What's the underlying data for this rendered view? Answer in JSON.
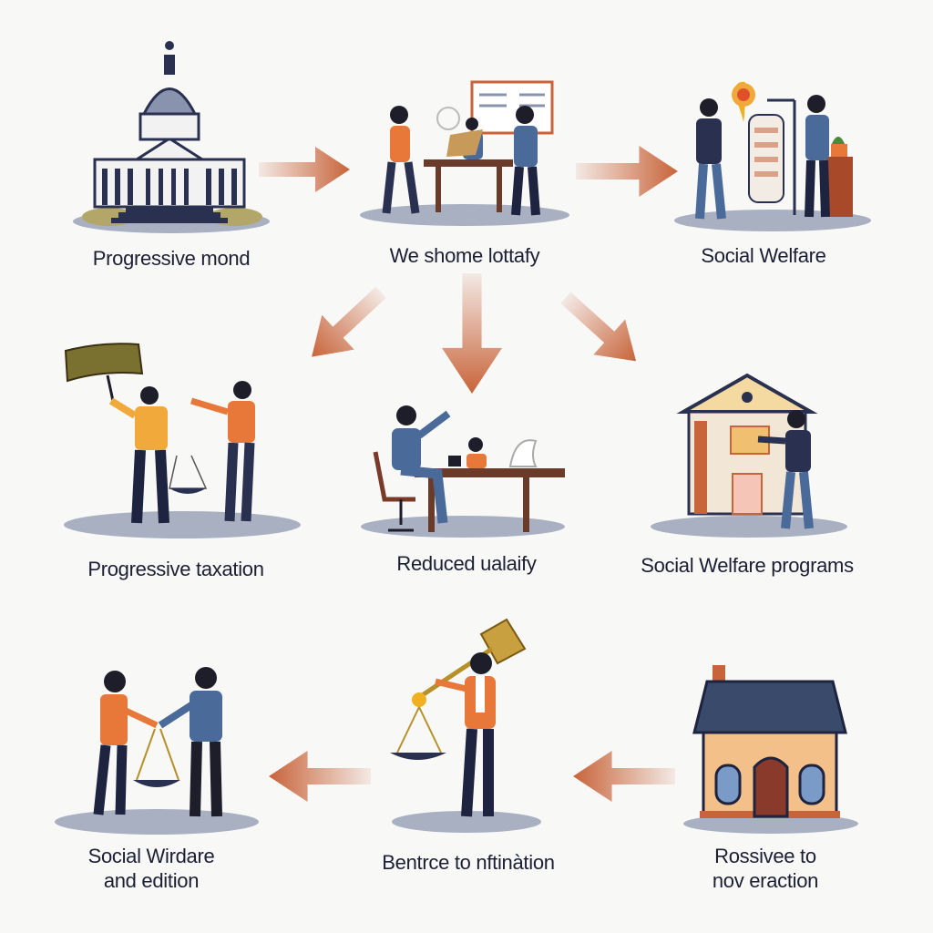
{
  "colors": {
    "background": "#f8f8f7",
    "arrow": "#c8643a",
    "text": "#1a1f33",
    "platform": "#a9b0c2",
    "navy": "#2a3150",
    "orange": "#e8773a"
  },
  "nodes": [
    {
      "label": "Progressive mond",
      "icon": "capitol-building-icon"
    },
    {
      "label": "We shome lottafy",
      "icon": "meeting-people-icon"
    },
    {
      "label": "Social Welfare",
      "icon": "welfare-board-icon"
    },
    {
      "label": "Progressive taxation",
      "icon": "people-with-money-flag-icon"
    },
    {
      "label": "Reduced ualaify",
      "icon": "desk-office-icon"
    },
    {
      "label": "Social Welfare programs",
      "icon": "welfare-office-building-icon"
    },
    {
      "label": "Social Wirdare\nand edition",
      "lines": [
        "Social Wirdare",
        "and edition"
      ],
      "icon": "handshake-scale-icon"
    },
    {
      "label": "Bentrce to nftinàtion",
      "icon": "woman-with-scale-icon"
    },
    {
      "label": "Rossivee to\nnov eraction",
      "lines": [
        "Rossivee to",
        "nov eraction"
      ],
      "icon": "house-icon"
    }
  ]
}
